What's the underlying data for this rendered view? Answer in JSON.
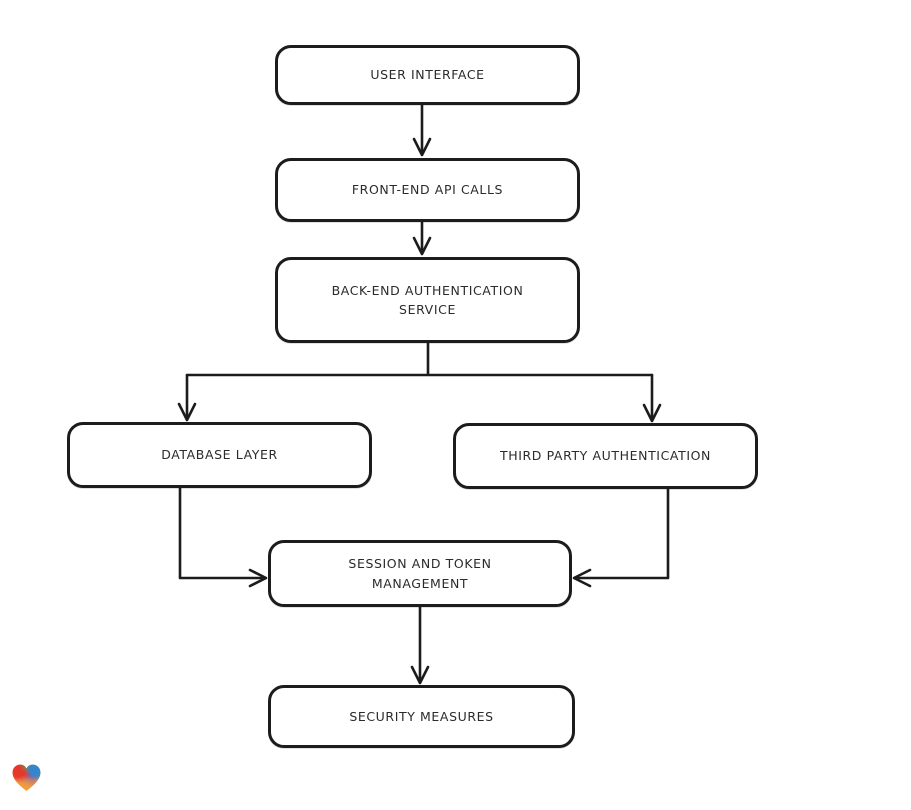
{
  "diagram": {
    "type": "flowchart",
    "background": "#ffffff",
    "stroke_color": "#1c1c1c",
    "nodes": [
      {
        "id": "user-interface",
        "label": "USER INTERFACE"
      },
      {
        "id": "front-end-api-calls",
        "label": "FRONT-END API CALLS"
      },
      {
        "id": "back-end-authentication-service",
        "label": "BACK-END AUTHENTICATION SERVICE"
      },
      {
        "id": "database-layer",
        "label": "DATABASE LAYER"
      },
      {
        "id": "third-party-authentication",
        "label": "THIRD PARTY AUTHENTICATION"
      },
      {
        "id": "session-and-token-management",
        "label": "SESSION AND TOKEN MANAGEMENT"
      },
      {
        "id": "security-measures",
        "label": "SECURITY MEASURES"
      }
    ],
    "edges": [
      {
        "from": "user-interface",
        "to": "front-end-api-calls"
      },
      {
        "from": "front-end-api-calls",
        "to": "back-end-authentication-service"
      },
      {
        "from": "back-end-authentication-service",
        "to": "database-layer"
      },
      {
        "from": "back-end-authentication-service",
        "to": "third-party-authentication"
      },
      {
        "from": "database-layer",
        "to": "session-and-token-management"
      },
      {
        "from": "third-party-authentication",
        "to": "session-and-token-management"
      },
      {
        "from": "session-and-token-management",
        "to": "security-measures"
      }
    ],
    "logo": {
      "icon": "gradient-heart-icon",
      "colors": {
        "red": "#e7352b",
        "green": "#3fae62",
        "blue": "#2e86d1",
        "purple": "#8456b0",
        "orange": "#f59d3b"
      }
    }
  }
}
